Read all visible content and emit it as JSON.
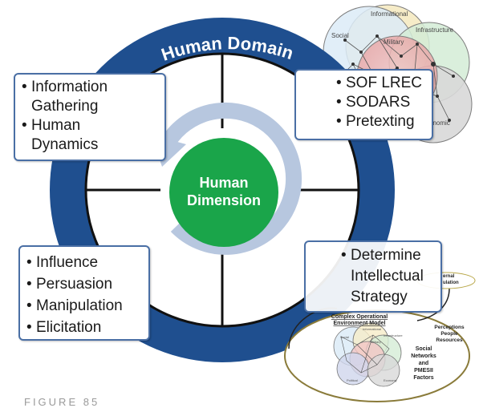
{
  "diagram": {
    "ring_title": "Human Domain",
    "center_label_line1": "Human",
    "center_label_line2": "Dimension",
    "boxes": {
      "top_left": [
        "Information",
        "Gathering",
        "Human",
        "Dynamics"
      ],
      "top_right": [
        "SOF LREC",
        "SODARS",
        "Pretexting"
      ],
      "bottom_left": [
        "Influence",
        "Persuasion",
        "Manipulation",
        "Elicitation"
      ],
      "bottom_right": [
        "Determine",
        "Intellectual",
        "Strategy"
      ]
    },
    "network_top": {
      "circles": [
        "Informational",
        "Social",
        "Military",
        "Infrastructure",
        "Economic"
      ]
    },
    "network_bottom": {
      "title_line1": "Complex Operational",
      "title_line2": "Environment Model",
      "right_text": [
        "Social",
        "Networks",
        "and",
        "PMESII",
        "Factors"
      ],
      "side_text": [
        "Perceptions",
        "People",
        "Resources"
      ],
      "tag_line1": "ernal",
      "tag_line2": "ulation",
      "small_circles": [
        "Informational",
        "Social",
        "Military",
        "Infrastructure",
        "Political",
        "Economy"
      ]
    },
    "caption": "FIGURE 85"
  },
  "colors": {
    "ring": "#1f4f8f",
    "center": "#1aa54a",
    "arrow": "#b7c7df",
    "box_border": "#4a6fa5"
  }
}
